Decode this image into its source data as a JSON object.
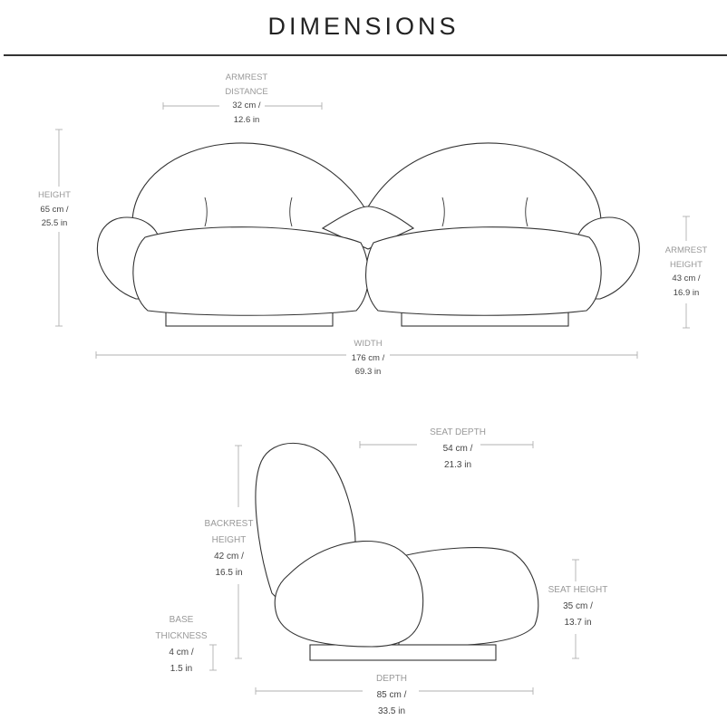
{
  "title": "DIMENSIONS",
  "front_view": {
    "armrest_distance": {
      "label": [
        "ARMREST",
        "DISTANCE"
      ],
      "metric": "32 cm /",
      "imperial": "12.6 in"
    },
    "height": {
      "label": [
        "HEIGHT"
      ],
      "metric": "65 cm /",
      "imperial": "25.5 in"
    },
    "armrest_height": {
      "label": [
        "ARMREST",
        "HEIGHT"
      ],
      "metric": "43 cm /",
      "imperial": "16.9 in"
    },
    "width": {
      "label": [
        "WIDTH"
      ],
      "metric": "176 cm /",
      "imperial": "69.3 in"
    }
  },
  "side_view": {
    "seat_depth": {
      "label": [
        "SEAT DEPTH"
      ],
      "metric": "54 cm /",
      "imperial": "21.3  in"
    },
    "backrest_height": {
      "label": [
        "BACKREST",
        "HEIGHT"
      ],
      "metric": "42 cm /",
      "imperial": "16.5 in"
    },
    "seat_height": {
      "label": [
        "SEAT HEIGHT"
      ],
      "metric": "35 cm /",
      "imperial": "13.7 in"
    },
    "base_thickness": {
      "label": [
        "BASE",
        "THICKNESS"
      ],
      "metric": "4 cm /",
      "imperial": "1.5 in"
    },
    "depth": {
      "label": [
        "DEPTH"
      ],
      "metric": "85 cm /",
      "imperial": "33.5 in"
    }
  }
}
